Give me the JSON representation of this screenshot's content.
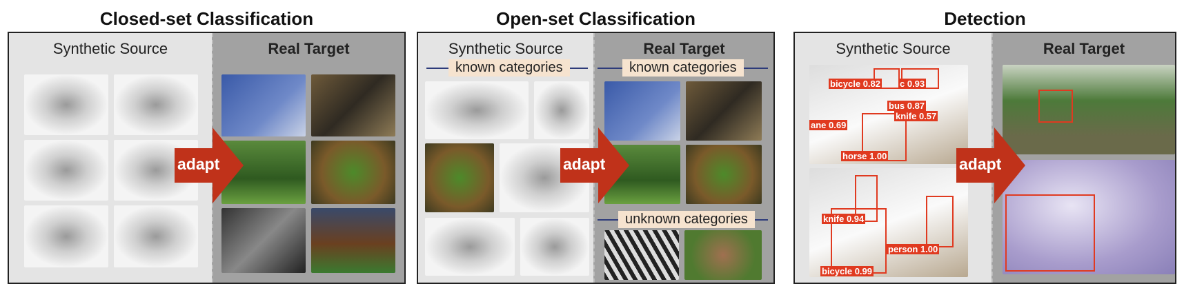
{
  "panels": {
    "closed": {
      "title": "Closed-set Classification",
      "source": "Synthetic Source",
      "target": "Real Target",
      "arrow": "adapt"
    },
    "open": {
      "title": "Open-set Classification",
      "source": "Synthetic Source",
      "target": "Real Target",
      "arrow": "adapt",
      "known_src": "known categories",
      "known_tgt": "known categories",
      "unknown": "unknown categories"
    },
    "detection": {
      "title": "Detection",
      "source": "Synthetic Source",
      "target": "Real Target",
      "arrow": "adapt",
      "labels": [
        "bicycle 0.82",
        "c 0.93",
        "bus 0.87",
        "knife 0.57",
        "ane 0.69",
        "horse 1.00",
        "knife 0.94",
        "person 1.00",
        "bicycle 0.99"
      ]
    }
  },
  "colors": {
    "arrow": "#c0321a",
    "box": "#e03a20",
    "tag": "#f6e3cf"
  }
}
